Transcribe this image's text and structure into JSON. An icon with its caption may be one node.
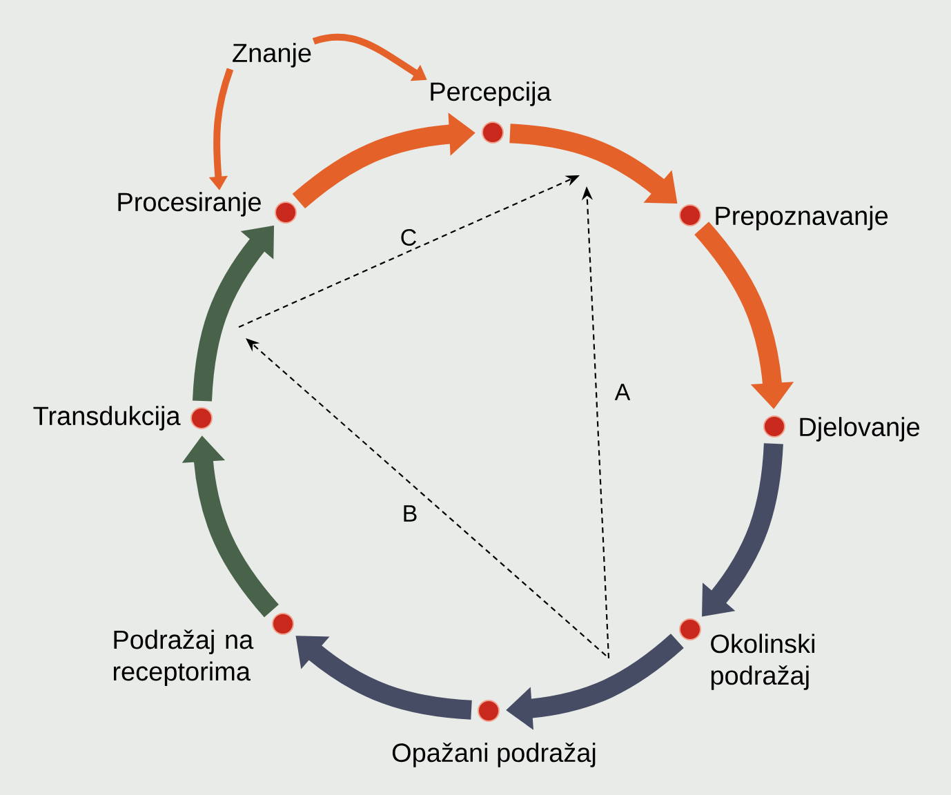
{
  "diagram": {
    "nodes": [
      {
        "text": [
          "Znanje"
        ]
      },
      {
        "text": [
          "Percepcija"
        ]
      },
      {
        "text": [
          "Procesiranje"
        ]
      },
      {
        "text": [
          "Prepoznavanje"
        ]
      },
      {
        "text": [
          "Transdukcija"
        ]
      },
      {
        "text": [
          "Djelovanje"
        ]
      },
      {
        "text": [
          "Podražaj na receptorima"
        ]
      },
      {
        "text": [
          "Okolinski podražaj"
        ]
      },
      {
        "text": [
          "Opažani podražaj"
        ]
      }
    ],
    "edges": [
      {
        "from": 0,
        "to": 1,
        "arrow": "to"
      },
      {
        "from": 0,
        "to": 2,
        "arrow": "to"
      },
      {
        "from": 2,
        "to": 1,
        "arrow": "to"
      },
      {
        "from": 1,
        "to": 3,
        "arrow": "to"
      },
      {
        "from": 3,
        "to": 5,
        "arrow": "to"
      },
      {
        "from": 5,
        "to": 7,
        "arrow": "to",
        "color": "#464c63"
      },
      {
        "from": 7,
        "to": 8,
        "arrow": "to",
        "color": "#464c63"
      },
      {
        "from": 8,
        "to": 6,
        "arrow": "to",
        "color": "#464c63"
      },
      {
        "from": 6,
        "to": 4,
        "arrow": "to",
        "color": "#48634a"
      },
      {
        "from": 4,
        "to": 2,
        "arrow": "to",
        "color": "#48634a"
      }
    ],
    "labels": [
      "C",
      "A",
      "B"
    ]
  }
}
